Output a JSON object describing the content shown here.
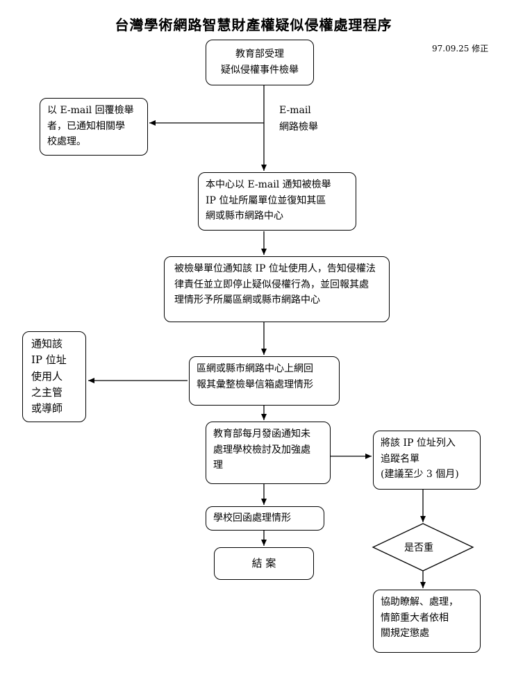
{
  "title": "台灣學術網路智慧財產權疑似侵權處理程序",
  "revision": "97.09.25 修正",
  "nodes": {
    "moe_receive": "教育部受理\n疑似侵權事件檢舉",
    "email_reply": "以 E-mail 回覆檢舉\n者，已通知相關學\n校處理。",
    "center_notify": "本中心以 E-mail 通知被檢舉\nIP 位址所屬單位並復知其區\n網或縣市網路中心",
    "unit_notify": "被檢舉單位通知該 IP 位址使用人，告知侵權法\n律責任並立即停止疑似侵權行為，並回報其處\n理情形予所屬區網或縣市網路中心",
    "notify_supervisor": "通知該\nIP 位址\n使用人\n之主管\n或導師",
    "regional_report": "區網或縣市網路中心上網回\n報其彙整檢舉信箱處理情形",
    "moe_monthly": "教育部每月發函通知未\n處理學校檢討及加強處\n理",
    "tracking_list": "將該 IP 位址列入\n追蹤名單\n(建議至少 3 個月)",
    "school_reply": "學校回函處理情形",
    "close_case": "結 案",
    "decision": "是否重",
    "assist": "協助瞭解、處理，\n情節重大者依相\n關規定懲處"
  },
  "edge_label": "E-mail\n網路檢舉"
}
